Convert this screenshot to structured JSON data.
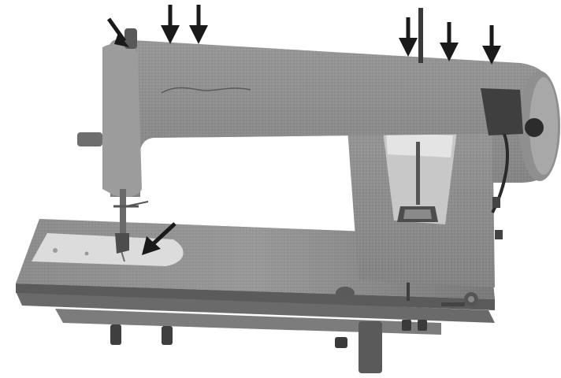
{
  "image": {
    "subject": "sewing-machine",
    "palette": {
      "background": "#ffffff",
      "body_dark": "#6b6b6b",
      "body_mid": "#8a8a8a",
      "body_light": "#b5b5b5",
      "bed_light": "#d6d6d6",
      "arrow": "#1a1a1a"
    },
    "arrows_pointing_at": [
      "thread-spool-pin",
      "top-arm-oil-hole-1",
      "top-arm-oil-hole-2",
      "top-arm-oil-hole-3",
      "top-arm-oil-hole-4",
      "top-arm-oil-hole-5",
      "bed-needle-plate-area"
    ]
  }
}
